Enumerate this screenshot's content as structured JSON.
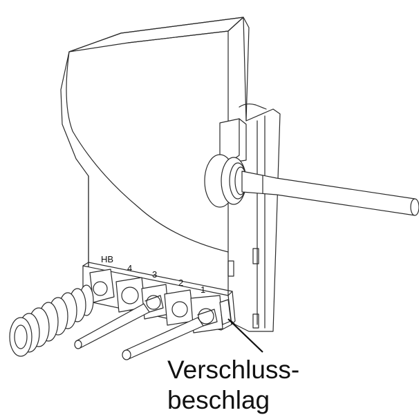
{
  "slot_labels": [
    "HB",
    "4",
    "3",
    "2",
    "1"
  ],
  "callout": {
    "line1": "Verschluss-",
    "line2": "beschlag"
  }
}
